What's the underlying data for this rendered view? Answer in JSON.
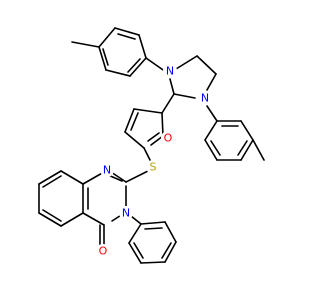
{
  "molecule": {
    "atoms": [
      {
        "id": "n1",
        "symbol": "N",
        "color": "#0000ff"
      },
      {
        "id": "n2",
        "symbol": "N",
        "color": "#0000ff"
      },
      {
        "id": "o1",
        "symbol": "O",
        "color": "#ff0000"
      },
      {
        "id": "s1",
        "symbol": "S",
        "color": "#b8a000"
      },
      {
        "id": "n3",
        "symbol": "N",
        "color": "#0000ff"
      },
      {
        "id": "n4",
        "symbol": "N",
        "color": "#0000ff"
      },
      {
        "id": "o2",
        "symbol": "O",
        "color": "#ff0000"
      }
    ],
    "bond_color": "#000000"
  }
}
